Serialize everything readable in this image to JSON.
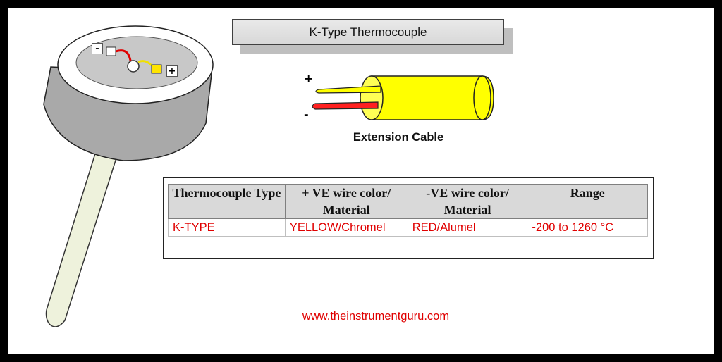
{
  "diagram": {
    "title": "K-Type Thermocouple",
    "probe": {
      "negative_terminal": "-",
      "positive_terminal": "+"
    },
    "extension_cable": {
      "caption": "Extension Cable",
      "positive_sign": "+",
      "negative_sign": "-",
      "positive_wire_color": "#ffff00",
      "negative_wire_color": "#ff0000",
      "jacket_color": "#ffff00"
    }
  },
  "table": {
    "headers": [
      "Thermocouple Type",
      "+ VE wire color/ Material",
      "-VE wire color/ Material",
      "Range"
    ],
    "rows": [
      [
        "K-TYPE",
        "YELLOW/Chromel",
        "RED/Alumel",
        "-200 to 1260 °C"
      ]
    ]
  },
  "footer": {
    "url": "www.theinstrumentguru.com"
  },
  "colors": {
    "accent_red": "#e00000",
    "frame": "#000000",
    "header_fill": "#d9d9d9"
  }
}
